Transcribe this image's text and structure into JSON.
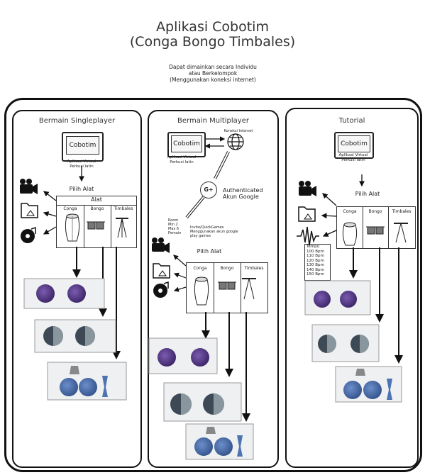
{
  "title_line1": "Aplikasi Cobotim",
  "title_line2": "(Conga Bongo Timbales)",
  "subtitle": [
    "Dapat dimainkan secara Individu",
    "atau Berkelompok",
    "(Menggunakan koneksi internet)"
  ],
  "singleplayer": {
    "title": "Bermain Singleplayer",
    "app_name": "Cobotim",
    "app_desc": [
      "Aplikasi Virtual",
      "Perkusi latin"
    ],
    "pilih_alat": "Pilih Alat",
    "alat": "Alat",
    "instruments": [
      "Conga",
      "Bongo",
      "Timbales"
    ]
  },
  "multiplayer": {
    "title": "Bermain Multiplayer",
    "app_name": "Cobotim",
    "app_desc": [
      "Aplikasi Virtual",
      "Perkusi latin"
    ],
    "internet": "Koneksi Internet",
    "google_icon": "G+",
    "auth": [
      "Authenticated",
      "Akun Google"
    ],
    "room": [
      "Room",
      "Min 2",
      "Max 6",
      "Pemain"
    ],
    "invite": [
      "Invite/QuickGames",
      "Menggunakan akun google",
      "play games"
    ],
    "pilih_alat": "Pilih Alat",
    "instruments": [
      "Conga",
      "Bongo",
      "Timbales"
    ]
  },
  "tutorial": {
    "title": "Tutorial",
    "app_name": "Cobotim",
    "app_desc": [
      "Aplikasi Virtual",
      "Perkusi latin"
    ],
    "pilih_alat": "Pilih Alat",
    "instruments": [
      "Conga",
      "Bongo",
      "Timbales"
    ],
    "tempo_title": "Tempo",
    "tempos": [
      "100 Bpm",
      "110 Bpm",
      "120 Bpm",
      "130 Bpm",
      "140 Bpm",
      "150 Bpm"
    ]
  },
  "icons": [
    "video-camera-icon",
    "image-folder-icon",
    "music-disc-icon",
    "sound-wave-icon",
    "globe-icon",
    "google-plus-icon"
  ],
  "colors": {
    "conga": "#5c3d8f",
    "bongo": "#3d4a55",
    "timbales": "#4d73b0",
    "border": "#111111"
  }
}
